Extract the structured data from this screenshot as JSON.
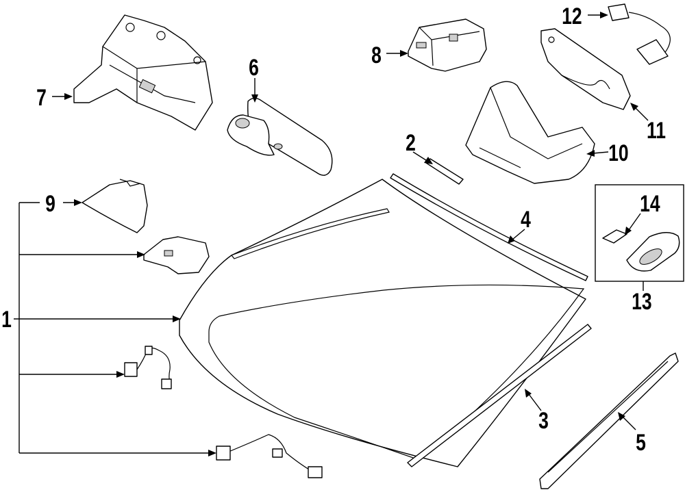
{
  "callouts": {
    "c1": "1",
    "c2": "2",
    "c3": "3",
    "c4": "4",
    "c5": "5",
    "c6": "6",
    "c7": "7",
    "c8": "8",
    "c9": "9",
    "c10": "10",
    "c11": "11",
    "c12": "12",
    "c13": "13",
    "c14": "14"
  },
  "colors": {
    "line": "#000000",
    "background": "#ffffff",
    "shade": "#cfcfcf"
  }
}
